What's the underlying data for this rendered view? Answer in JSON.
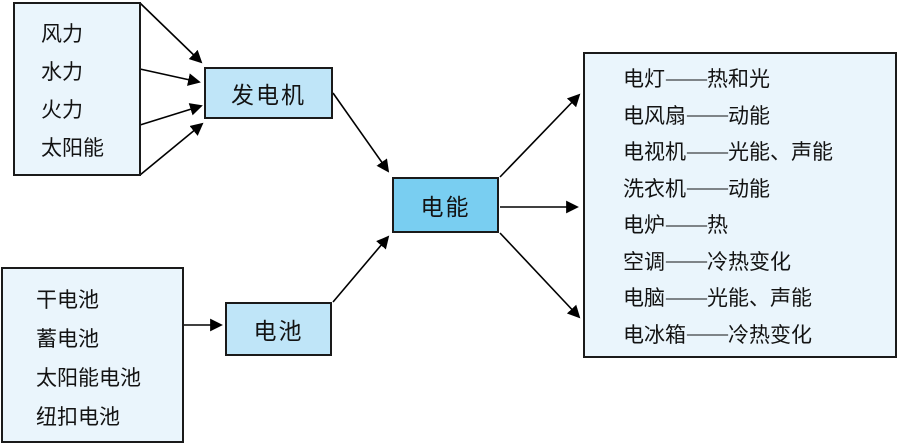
{
  "diagram_title": "",
  "colors": {
    "pale_box_fill": "#eaf5fc",
    "light_box_fill": "#bfe5f8",
    "accent_box_fill": "#79cef1",
    "box_border": "#1a1a1a",
    "arrow": "#000000",
    "text": "#131313"
  },
  "sources": {
    "items": [
      "风力",
      "水力",
      "火力",
      "太阳能"
    ]
  },
  "generator": {
    "label": "发电机"
  },
  "battery_types": {
    "items": [
      "干电池",
      "蓄电池",
      "太阳能电池",
      "纽扣电池"
    ]
  },
  "battery": {
    "label": "电池"
  },
  "energy": {
    "label": "电能"
  },
  "appliances": {
    "separator": "——",
    "items": [
      {
        "device": "电灯",
        "result": "热和光"
      },
      {
        "device": "电风扇",
        "result": "动能"
      },
      {
        "device": "电视机",
        "result": "光能、声能"
      },
      {
        "device": "洗衣机",
        "result": "动能"
      },
      {
        "device": "电炉",
        "result": "热"
      },
      {
        "device": "空调",
        "result": "冷热变化"
      },
      {
        "device": "电脑",
        "result": "光能、声能"
      },
      {
        "device": "电冰箱",
        "result": "冷热变化"
      }
    ]
  }
}
